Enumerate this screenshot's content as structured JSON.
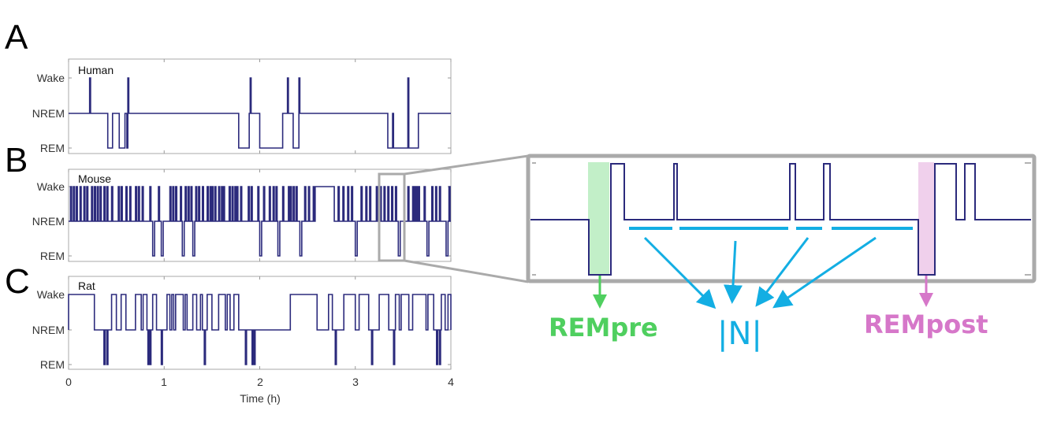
{
  "chart_data": {
    "type": "line",
    "title": "",
    "xlabel": "Time (h)",
    "xlim": [
      0,
      4
    ],
    "x_ticks": [
      "0",
      "1",
      "2",
      "3",
      "4"
    ],
    "y_categories": [
      "REM",
      "NREM",
      "Wake"
    ],
    "panels": [
      {
        "letter": "A",
        "name": "Human",
        "series": [
          [
            0,
            "N"
          ],
          [
            0.22,
            "W"
          ],
          [
            0.23,
            "N"
          ],
          [
            0.41,
            "R"
          ],
          [
            0.46,
            "N"
          ],
          [
            0.53,
            "R"
          ],
          [
            0.59,
            "N"
          ],
          [
            0.61,
            "R"
          ],
          [
            0.62,
            "W"
          ],
          [
            0.63,
            "N"
          ],
          [
            1.78,
            "R"
          ],
          [
            1.89,
            "N"
          ],
          [
            1.9,
            "W"
          ],
          [
            1.91,
            "N"
          ],
          [
            2.0,
            "R"
          ],
          [
            2.24,
            "N"
          ],
          [
            2.29,
            "W"
          ],
          [
            2.3,
            "N"
          ],
          [
            2.35,
            "R"
          ],
          [
            2.41,
            "W"
          ],
          [
            2.42,
            "N"
          ],
          [
            3.34,
            "R"
          ],
          [
            3.39,
            "N"
          ],
          [
            3.4,
            "R"
          ],
          [
            3.55,
            "W"
          ],
          [
            3.56,
            "R"
          ],
          [
            3.66,
            "N"
          ],
          [
            4.0,
            "N"
          ]
        ]
      },
      {
        "letter": "B",
        "name": "Mouse",
        "series": "dense"
      },
      {
        "letter": "C",
        "name": "Rat",
        "series": "dense"
      }
    ],
    "mouse_spikes_wake": [
      0.02,
      0.05,
      0.08,
      0.12,
      0.16,
      0.19,
      0.24,
      0.27,
      0.3,
      0.33,
      0.37,
      0.4,
      0.45,
      0.52,
      0.55,
      0.6,
      0.64,
      0.7,
      0.73,
      0.77,
      0.85,
      0.89,
      0.94,
      0.98,
      1.06,
      1.09,
      1.12,
      1.17,
      1.22,
      1.25,
      1.28,
      1.33,
      1.36,
      1.4,
      1.45,
      1.48,
      1.5,
      1.53,
      1.57,
      1.6,
      1.62,
      1.68,
      1.71,
      1.74,
      1.76,
      1.8,
      1.88,
      1.91,
      1.98,
      2.01,
      2.04,
      2.1,
      2.14,
      2.17,
      2.24,
      2.3,
      2.32,
      2.35,
      2.38,
      2.43,
      2.47,
      2.51,
      2.56,
      2.6,
      2.63,
      2.67,
      2.72,
      2.77,
      2.82,
      2.87,
      2.92,
      2.96,
      3.02,
      3.06,
      3.11,
      3.15,
      3.22,
      3.26,
      3.3,
      3.34,
      3.38,
      3.42,
      3.46,
      3.55,
      3.6,
      3.62,
      3.64,
      3.66,
      3.72,
      3.76,
      3.8,
      3.84,
      3.88,
      3.96,
      3.98
    ],
    "mouse_spikes_rem": [
      0.12,
      0.27,
      0.4,
      0.7,
      0.88,
      0.97,
      1.19,
      1.3,
      1.36,
      1.6,
      1.71,
      1.75,
      2.0,
      2.19,
      2.32,
      2.42,
      3.0,
      3.3,
      3.45,
      3.63,
      3.75,
      3.95
    ],
    "mouse_wake_plateaus": [
      [
        1.32,
        1.45
      ],
      [
        2.58,
        2.78
      ]
    ],
    "rat_wake_ranges": [
      [
        0,
        0.27
      ],
      [
        0.45,
        0.5
      ],
      [
        0.55,
        0.6
      ],
      [
        0.7,
        0.76
      ],
      [
        0.78,
        0.82
      ],
      [
        0.84,
        0.86
      ],
      [
        0.88,
        0.92
      ],
      [
        0.98,
        1.02
      ],
      [
        1.03,
        1.06
      ],
      [
        1.08,
        1.1
      ],
      [
        1.12,
        1.2
      ],
      [
        1.22,
        1.24
      ],
      [
        1.3,
        1.34
      ],
      [
        1.38,
        1.4
      ],
      [
        1.45,
        1.5
      ],
      [
        1.57,
        1.64
      ],
      [
        1.66,
        1.69
      ],
      [
        1.73,
        1.78
      ],
      [
        1.95,
        2.2
      ],
      [
        2.32,
        2.6
      ],
      [
        2.72,
        2.76
      ],
      [
        2.8,
        2.84
      ],
      [
        2.88,
        3.0
      ],
      [
        3.04,
        3.14
      ],
      [
        3.18,
        3.22
      ],
      [
        3.25,
        3.35
      ],
      [
        3.42,
        3.46
      ],
      [
        3.48,
        3.56
      ],
      [
        3.6,
        3.74
      ],
      [
        3.76,
        3.82
      ],
      [
        3.9,
        3.94
      ],
      [
        3.97,
        4.0
      ]
    ],
    "rat_rem_spikes": [
      0.37,
      0.4,
      0.72,
      0.83,
      0.85,
      0.9,
      0.97,
      1.31,
      1.42,
      1.48,
      1.5,
      1.64,
      1.85,
      1.92,
      1.94,
      2.32,
      2.79,
      2.91,
      3.17,
      3.25,
      3.4,
      3.45,
      3.72,
      3.8,
      3.85,
      3.88,
      3.92
    ],
    "rat_nrem_idle": [
      [
        0.27,
        0.37
      ],
      [
        0.4,
        0.45
      ],
      [
        0.6,
        0.7
      ],
      [
        1.24,
        1.3
      ],
      [
        1.78,
        1.95
      ],
      [
        2.2,
        2.32
      ],
      [
        2.6,
        2.72
      ]
    ],
    "zoom_region": [
      3.27,
      3.52
    ],
    "inset": {
      "labels": {
        "rem_pre": "REMpre",
        "n": "|N|",
        "rem_post": "REMpost"
      },
      "colors": {
        "rem_pre": "#4fcf5f",
        "n": "#13aee3",
        "rem_post": "#d677c9",
        "rem_pre_fill": "#c2efc8",
        "rem_post_fill": "#f0d0ec",
        "trace": "#2b2a7c",
        "frame": "#aaaaaa"
      }
    }
  },
  "labels": {
    "panel_a": "A",
    "panel_b": "B",
    "panel_c": "C",
    "wake": "Wake",
    "nrem": "NREM",
    "rem": "REM",
    "human": "Human",
    "mouse": "Mouse",
    "rat": "Rat",
    "xlabel": "Time (h)",
    "t0": "0",
    "t1": "1",
    "t2": "2",
    "t3": "3",
    "t4": "4",
    "rem_pre": "REMpre",
    "n": "|N|",
    "rem_post": "REMpost"
  }
}
